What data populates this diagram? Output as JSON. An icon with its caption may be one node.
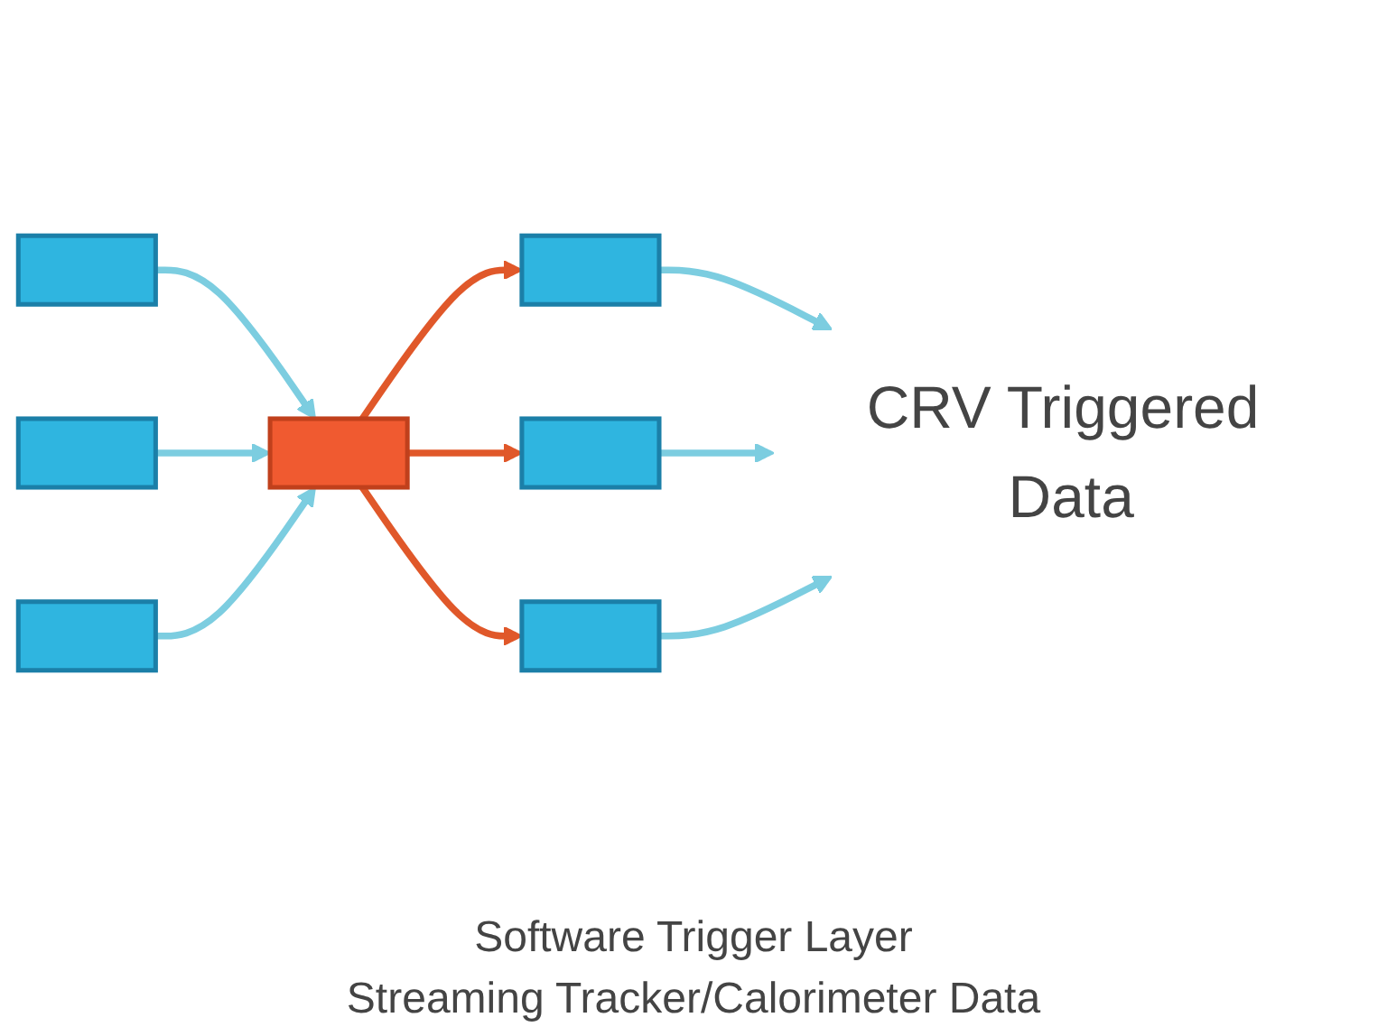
{
  "diagram": {
    "nodes": [
      {
        "text": [],
        "shape": "box"
      },
      {
        "text": [],
        "shape": "box"
      },
      {
        "text": [],
        "shape": "box"
      },
      {
        "text": [],
        "shape": "box"
      },
      {
        "text": [],
        "shape": "box"
      },
      {
        "text": [],
        "shape": "box"
      },
      {
        "text": [
          "CRV Triggered Data"
        ]
      },
      {
        "text": [],
        "shape": "box"
      }
    ],
    "edges": [
      {
        "from": 0,
        "to": 6,
        "arrow": "to"
      },
      {
        "from": 1,
        "to": 6,
        "arrow": "to"
      },
      {
        "from": 2,
        "to": 6,
        "arrow": "to"
      },
      {
        "from": 7,
        "to": 0,
        "arrow": "to",
        "color": "#e0582a"
      },
      {
        "from": 7,
        "to": 1,
        "arrow": "to",
        "color": "#e0582a"
      },
      {
        "from": 7,
        "to": 2,
        "arrow": "to",
        "color": "#e0582a"
      },
      {
        "from": 3,
        "to": 7,
        "arrow": "to"
      },
      {
        "from": 4,
        "to": 7,
        "arrow": "to"
      },
      {
        "from": 5,
        "to": 7,
        "arrow": "to"
      }
    ],
    "labels": [
      "Software Trigger Layer",
      "Streaming Tracker/Calorimeter Data"
    ]
  }
}
